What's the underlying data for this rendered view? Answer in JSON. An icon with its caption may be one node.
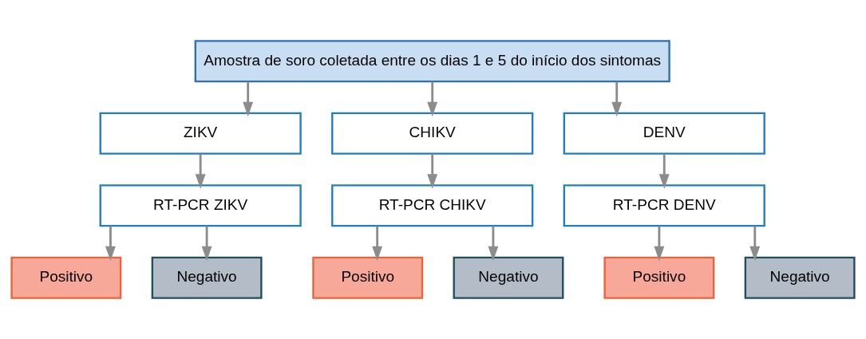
{
  "diagram": {
    "nodes": [
      {
        "text": [
          "Amostra de soro coletada entre os dias 1 e 5 do início dos sintomas"
        ]
      },
      {
        "text": [
          "ZIKV"
        ]
      },
      {
        "text": [
          "CHIKV"
        ]
      },
      {
        "text": [
          "DENV"
        ]
      },
      {
        "text": [
          "RT-PCR ZIKV"
        ]
      },
      {
        "text": [
          "RT-PCR CHIKV"
        ]
      },
      {
        "text": [
          "RT-PCR DENV"
        ]
      },
      {
        "text": [
          "Positivo"
        ]
      },
      {
        "text": [
          "Negativo"
        ]
      },
      {
        "text": [
          "Positivo"
        ]
      },
      {
        "text": [
          "Negativo"
        ]
      },
      {
        "text": [
          "Positivo"
        ]
      },
      {
        "text": [
          "Negativo"
        ]
      }
    ],
    "edges": [
      {
        "from": 0,
        "to": 1,
        "arrow": "to"
      },
      {
        "from": 0,
        "to": 2,
        "arrow": "to"
      },
      {
        "from": 0,
        "to": 3,
        "arrow": "to"
      },
      {
        "from": 1,
        "to": 4,
        "arrow": "to"
      },
      {
        "from": 2,
        "to": 5,
        "arrow": "to"
      },
      {
        "from": 3,
        "to": 6,
        "arrow": "to"
      },
      {
        "from": 4,
        "to": 7,
        "arrow": "to"
      },
      {
        "from": 4,
        "to": 8,
        "arrow": "to"
      },
      {
        "from": 5,
        "to": 9,
        "arrow": "to"
      },
      {
        "from": 5,
        "to": 10,
        "arrow": "to"
      },
      {
        "from": 6,
        "to": 11,
        "arrow": "to"
      },
      {
        "from": 6,
        "to": 12,
        "arrow": "to"
      }
    ]
  }
}
